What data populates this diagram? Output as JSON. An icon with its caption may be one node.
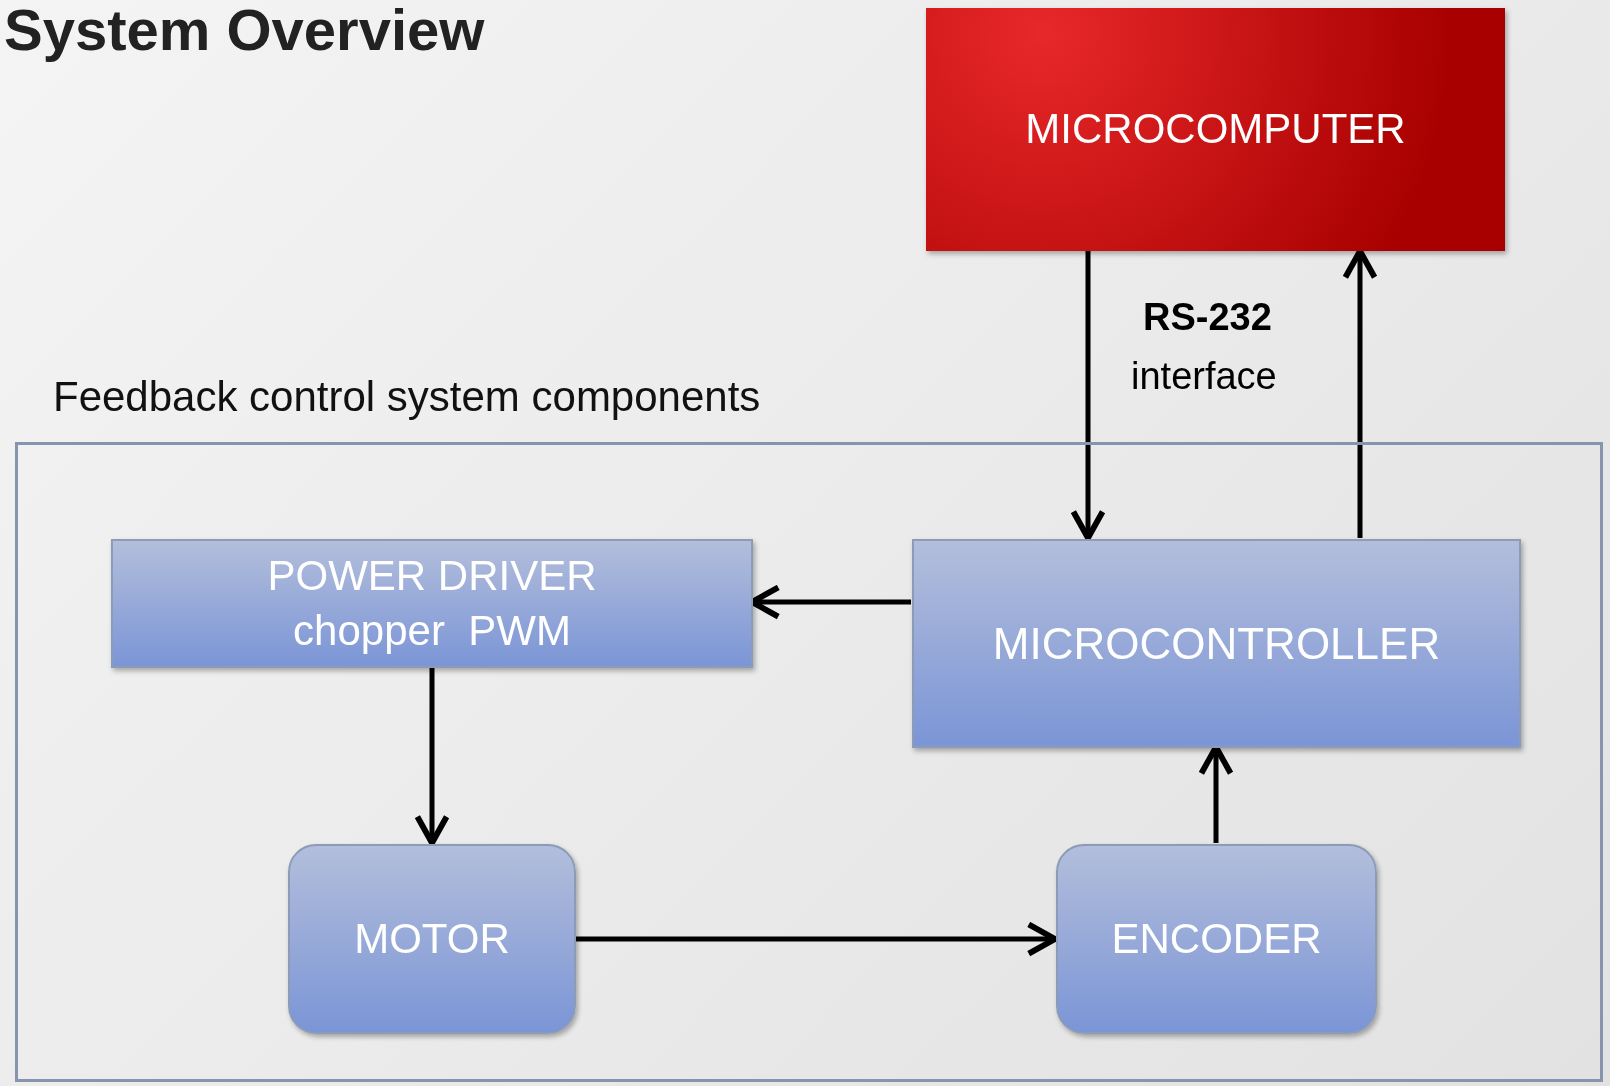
{
  "diagram": {
    "title": "System Overview",
    "nodes": [
      {
        "text": [
          "MICROCOMPUTER"
        ]
      },
      {
        "text": [
          "Feedback control system components"
        ]
      },
      {
        "text": [
          "POWER DRIVER",
          "chopper  PWM"
        ],
        "in": 1
      },
      {
        "text": [
          "MICROCONTROLLER"
        ],
        "in": 1
      },
      {
        "text": [
          "MOTOR"
        ],
        "in": 1
      },
      {
        "text": [
          "ENCODER"
        ],
        "in": 1
      }
    ],
    "edges": [
      {
        "from": 0,
        "to": 3,
        "arrow": "to"
      },
      {
        "from": 3,
        "to": 0,
        "arrow": "to"
      },
      {
        "from": 3,
        "to": 2,
        "arrow": "to"
      },
      {
        "from": 2,
        "to": 4,
        "arrow": "to"
      },
      {
        "from": 4,
        "to": 5,
        "arrow": "to"
      },
      {
        "from": 5,
        "to": 3,
        "arrow": "to"
      }
    ],
    "labels": [
      "RS-232",
      "interface"
    ]
  }
}
